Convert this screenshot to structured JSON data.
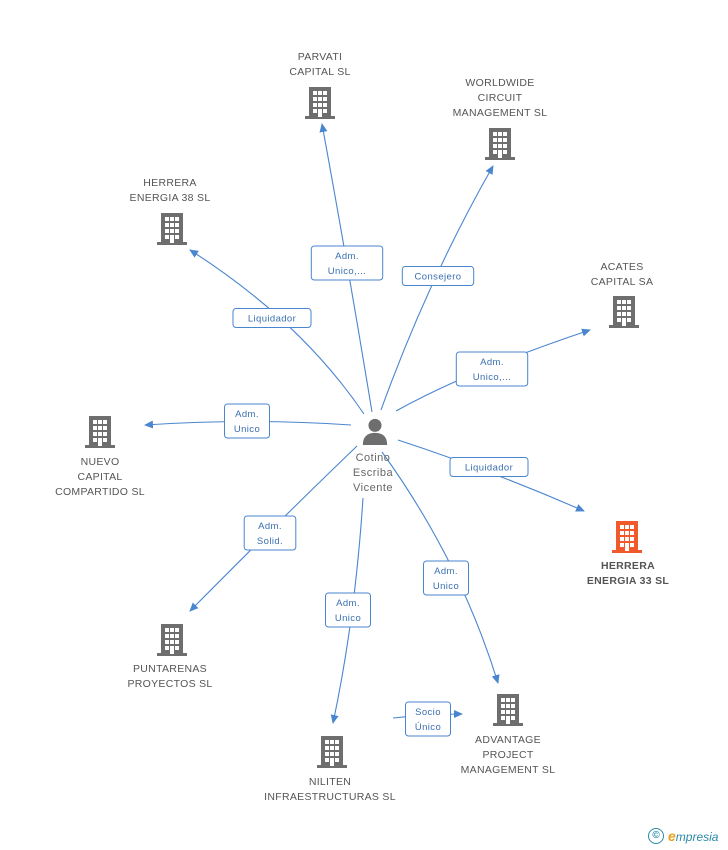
{
  "colors": {
    "edge": "#4a86cf",
    "building": "#6e6e6e",
    "building_highlight": "#f15a2b",
    "person": "#6e6e6e"
  },
  "center": {
    "icon": "person-icon",
    "lines": [
      "Cotino",
      "Escriba",
      "Vicente"
    ]
  },
  "nodes": [
    {
      "id": "parvati",
      "icon": "building-icon",
      "lines": [
        "PARVATI",
        "CAPITAL SL"
      ]
    },
    {
      "id": "worldwide",
      "icon": "building-icon",
      "lines": [
        "WORLDWIDE",
        "CIRCUIT",
        "MANAGEMENT SL"
      ]
    },
    {
      "id": "herrera38",
      "icon": "building-icon",
      "lines": [
        "HERRERA",
        "ENERGIA 38 SL"
      ]
    },
    {
      "id": "acates",
      "icon": "building-icon",
      "lines": [
        "ACATES",
        "CAPITAL SA"
      ]
    },
    {
      "id": "nuevo",
      "icon": "building-icon",
      "lines": [
        "NUEVO",
        "CAPITAL",
        "COMPARTIDO SL"
      ]
    },
    {
      "id": "herrera33",
      "icon": "building-icon",
      "highlight": true,
      "lines": [
        "HERRERA",
        "ENERGIA 33 SL"
      ]
    },
    {
      "id": "puntarenas",
      "icon": "building-icon",
      "lines": [
        "PUNTARENAS",
        "PROYECTOS SL"
      ]
    },
    {
      "id": "advantage",
      "icon": "building-icon",
      "lines": [
        "ADVANTAGE",
        "PROJECT",
        "MANAGEMENT SL"
      ]
    },
    {
      "id": "niliten",
      "icon": "building-icon",
      "lines": [
        "NILITEN",
        "INFRAESTRUCTURAS SL"
      ]
    }
  ],
  "edges": [
    {
      "from": "center",
      "to": "parvati",
      "lines": [
        "Adm.",
        "Unico,..."
      ]
    },
    {
      "from": "center",
      "to": "worldwide",
      "lines": [
        "Consejero"
      ]
    },
    {
      "from": "center",
      "to": "herrera38",
      "lines": [
        "Liquidador"
      ]
    },
    {
      "from": "center",
      "to": "acates",
      "lines": [
        "Adm.",
        "Unico,..."
      ]
    },
    {
      "from": "center",
      "to": "nuevo",
      "lines": [
        "Adm.",
        "Unico"
      ]
    },
    {
      "from": "center",
      "to": "herrera33",
      "lines": [
        "Liquidador"
      ]
    },
    {
      "from": "center",
      "to": "puntarenas",
      "lines": [
        "Adm.",
        "Solid."
      ]
    },
    {
      "from": "center",
      "to": "advantage",
      "lines": [
        "Adm.",
        "Unico"
      ]
    },
    {
      "from": "center",
      "to": "niliten",
      "lines": [
        "Adm.",
        "Unico"
      ]
    },
    {
      "from": "niliten",
      "to": "advantage",
      "lines": [
        "Socio",
        "Único"
      ]
    }
  ],
  "footer": {
    "copyright_symbol": "©",
    "brand_initial": "e",
    "brand_rest": "mpresia"
  }
}
